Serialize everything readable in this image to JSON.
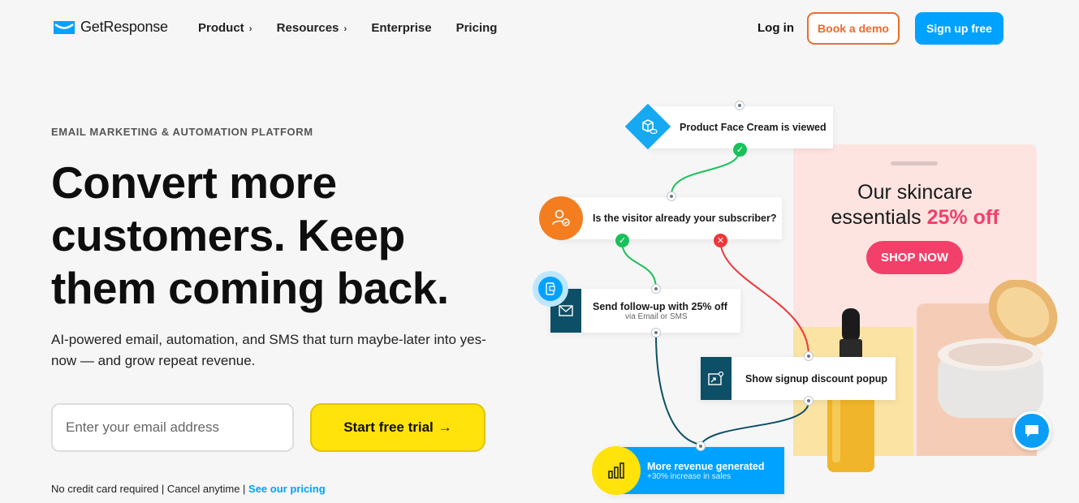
{
  "brand": {
    "name": "GetResponse",
    "accent": "#00a2ff"
  },
  "nav": {
    "items": [
      {
        "label": "Product",
        "chevron": "›"
      },
      {
        "label": "Resources",
        "chevron": "›"
      },
      {
        "label": "Enterprise"
      },
      {
        "label": "Pricing"
      }
    ],
    "login": "Log in",
    "book_demo": "Book a demo",
    "signup": "Sign up free"
  },
  "hero": {
    "eyebrow": "EMAIL MARKETING & AUTOMATION PLATFORM",
    "headline": "Convert more customers. Keep them coming back.",
    "subtext": "AI-powered email, automation, and SMS that turn maybe-later into yes-now — and grow repeat revenue.",
    "email_placeholder": "Enter your email address",
    "cta": "Start free trial",
    "cta_arrow": "→",
    "footnote_plain": "No credit card required | Cancel anytime | ",
    "footnote_link": "See our pricing"
  },
  "flow": {
    "viewed": "Product Face Cream is viewed",
    "subscriber": "Is the visitor already your subscriber?",
    "followup_title": "Send follow-up with 25% off",
    "followup_sub": "via Email or SMS",
    "popup": "Show signup discount popup",
    "revenue_title": "More revenue generated",
    "revenue_sub": "+30% increase in sales",
    "check_glyph": "✓",
    "cross_glyph": "✕"
  },
  "promo": {
    "title_line1": "Our skincare",
    "title_line2": "essentials ",
    "title_accent": "25% off",
    "shop_button": "SHOP NOW"
  },
  "colors": {
    "demo": "#f06a2a",
    "cta": "#ffe30a",
    "pink": "#f2406a",
    "teal": "#0d4f66",
    "orange": "#f47e1f"
  },
  "icons": [
    "logo-icon",
    "chevron-right-icon",
    "cube-eye-icon",
    "user-check-icon",
    "phone-icon",
    "mail-icon",
    "popup-icon",
    "bar-chart-icon",
    "chat-icon"
  ]
}
